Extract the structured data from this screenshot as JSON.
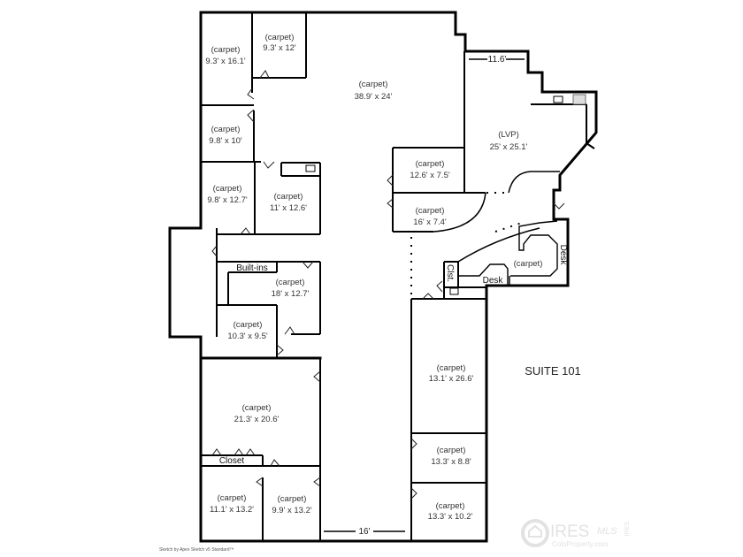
{
  "plan": {
    "suite_label": "SUITE 101",
    "credit": "Sketch by Apex Sketch v5 Standard™",
    "watermark": {
      "brand": "IRES",
      "sub": "ColoProperty.com",
      "mls": "MLS",
      "side": "IRES",
      "color": "#e2e2e2"
    },
    "dimensions": {
      "top_right": "11.6'",
      "bottom_center": "16'"
    },
    "rooms": [
      {
        "type": "(carpet)",
        "size": "9.3' x 16.1'"
      },
      {
        "type": "(carpet)",
        "size": "9.3' x 12'"
      },
      {
        "type": "(carpet)",
        "size": "38.9' x 24'"
      },
      {
        "type": "(carpet)",
        "size": "9.8' x 10'"
      },
      {
        "type": "(LVP)",
        "size": "25' x 25.1'"
      },
      {
        "type": "(carpet)",
        "size": "12.6' x 7.5'"
      },
      {
        "type": "(carpet)",
        "size": "9.8' x 12.7'"
      },
      {
        "type": "(carpet)",
        "size": "11' x 12.6'"
      },
      {
        "type": "(carpet)",
        "size": "16' x 7.4'"
      },
      {
        "type": "(carpet)",
        "size": ""
      },
      {
        "type": "(carpet)",
        "size": "18' x 12.7'"
      },
      {
        "type": "(carpet)",
        "size": "10.3' x 9.5'"
      },
      {
        "type": "(carpet)",
        "size": "13.1' x 26.6'"
      },
      {
        "type": "(carpet)",
        "size": "21.3' x 20.6'"
      },
      {
        "type": "(carpet)",
        "size": "13.3' x 8.8'"
      },
      {
        "type": "(carpet)",
        "size": "11.1' x 13.2'"
      },
      {
        "type": "(carpet)",
        "size": "9.9' x 13.2'"
      },
      {
        "type": "(carpet)",
        "size": "13.3' x 10.2'"
      }
    ],
    "fixtures": {
      "built_ins": "Built-ins",
      "closet": "Closet",
      "clst": "Clst.",
      "desk_horizontal": "Desk",
      "desk_vertical": "Desk"
    }
  }
}
